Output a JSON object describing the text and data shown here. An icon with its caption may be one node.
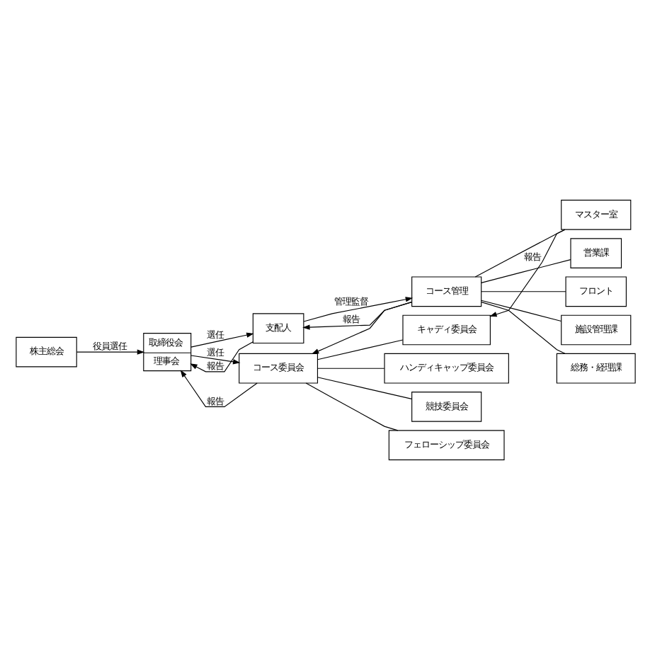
{
  "diagram": {
    "nodes": [
      {
        "text": [
          "株主総会"
        ]
      },
      {
        "text": [
          "取締役会",
          "理事会"
        ]
      },
      {
        "text": [
          "支配人"
        ]
      },
      {
        "text": [
          "コース委員会"
        ]
      },
      {
        "text": [
          "キャディ委員会"
        ]
      },
      {
        "text": [
          "ハンディキャップ委員会"
        ]
      },
      {
        "text": [
          "競技委員会"
        ]
      },
      {
        "text": [
          "フェローシップ委員会"
        ]
      },
      {
        "text": [
          "コース管理"
        ]
      },
      {
        "text": [
          "マスター室"
        ]
      },
      {
        "text": [
          "営業課"
        ]
      },
      {
        "text": [
          "フロント"
        ]
      },
      {
        "text": [
          "施設管理課"
        ]
      },
      {
        "text": [
          "総務・経理課"
        ]
      }
    ],
    "edges": [
      {
        "from": 0,
        "to": 1,
        "arrow": "to",
        "label": "役員選任"
      },
      {
        "from": 1,
        "to": 2,
        "arrow": "to",
        "label": "選任"
      },
      {
        "from": 2,
        "to": 1,
        "arrow": "to",
        "label": "報告"
      },
      {
        "from": 3,
        "to": 1,
        "arrow": "to",
        "label": "報告"
      },
      {
        "from": 1,
        "to": 3,
        "arrow": "to",
        "label": "選任"
      },
      {
        "from": 2,
        "to": 8,
        "arrow": "to",
        "label": "管理監督"
      },
      {
        "from": 8,
        "to": 2,
        "arrow": "to",
        "label": "報告"
      },
      {
        "from": 8,
        "to": 3,
        "arrow": "to"
      },
      {
        "from": 9,
        "to": 4,
        "arrow": "to",
        "label": "報告"
      },
      {
        "from": 3,
        "to": 4,
        "arrow": "none"
      },
      {
        "from": 3,
        "to": 5,
        "arrow": "none"
      },
      {
        "from": 3,
        "to": 6,
        "arrow": "none"
      },
      {
        "from": 3,
        "to": 7,
        "arrow": "none"
      },
      {
        "from": 8,
        "to": 9,
        "arrow": "none"
      },
      {
        "from": 8,
        "to": 10,
        "arrow": "none"
      },
      {
        "from": 8,
        "to": 11,
        "arrow": "none"
      },
      {
        "from": 8,
        "to": 12,
        "arrow": "none"
      },
      {
        "from": 8,
        "to": 13,
        "arrow": "none"
      }
    ]
  }
}
